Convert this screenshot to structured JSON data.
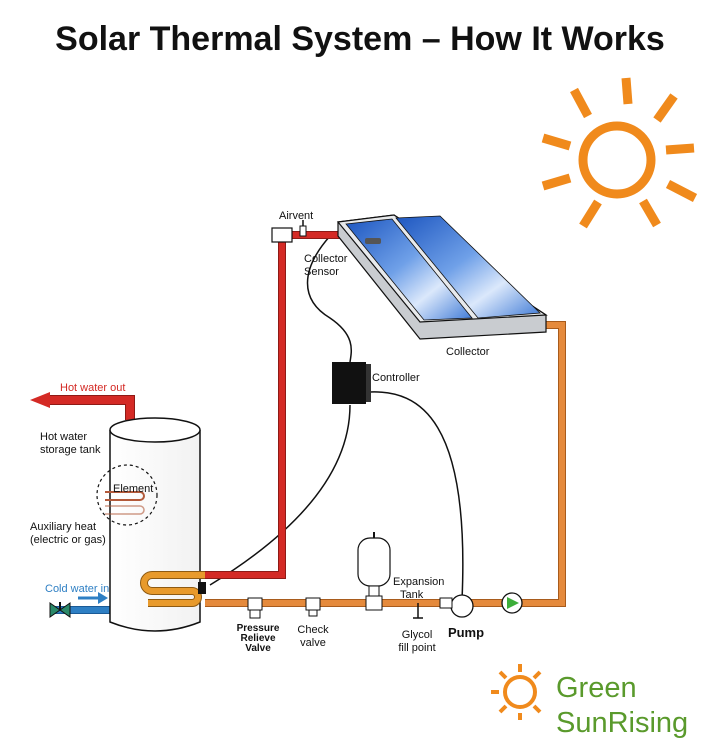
{
  "title": "Solar Thermal System – How It Works",
  "labels": {
    "airvent": "Airvent",
    "collector_sensor_1": "Collector",
    "collector_sensor_2": "Sensor",
    "collector": "Collector",
    "controller": "Controller",
    "hot_water_out": "Hot water out",
    "storage_tank_1": "Hot water",
    "storage_tank_2": "storage tank",
    "element": "Element",
    "aux_heat_1": "Auxiliary heat",
    "aux_heat_2": "(electric or gas)",
    "cold_water_in": "Cold water in",
    "pressure_valve_1": "Pressure",
    "pressure_valve_2": "Relieve",
    "pressure_valve_3": "Valve",
    "check_valve_1": "Check",
    "check_valve_2": "valve",
    "expansion_tank_1": "Expansion",
    "expansion_tank_2": "Tank",
    "glycol_1": "Glycol",
    "glycol_2": "fill point",
    "pump": "Pump"
  },
  "logo": {
    "line1": "Green",
    "line2": "SunRising"
  },
  "colors": {
    "hot_pipe": "#d42a25",
    "cold_pipe": "#2e7fc4",
    "glycol_pipe": "#e58a3c",
    "sun": "#f08a1c",
    "logo_green": "#5a9a2c",
    "panel_blue": "#2f6fd0"
  },
  "icons": {
    "sun": "sun-icon",
    "logo_sun": "logo-sun-icon"
  }
}
